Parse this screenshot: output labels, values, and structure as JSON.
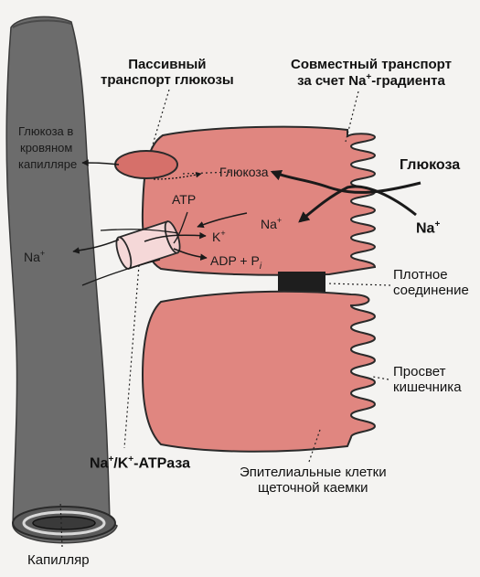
{
  "labels": {
    "passive_transport_line1": "Пассивный",
    "passive_transport_line2": "транспорт глюкозы",
    "cotransport_line1": "Совместный транспорт",
    "cotransport_line2_prefix": "за счет ",
    "cotransport_line2_ion": "Na",
    "cotransport_line2_sup": "+",
    "cotransport_line2_suffix": "-градиента",
    "glucose_in_blood_line1": "Глюкоза в",
    "glucose_in_blood_line2": "кровяном",
    "glucose_in_blood_line3": "капилляре",
    "glucose_in_cell": "Глюкоза",
    "glucose_lumen": "Глюкоза",
    "atp": "ATP",
    "k_ion": "K",
    "k_sup": "+",
    "adp_pi": "ADP + P",
    "adp_pi_sub": "i",
    "na_cell": "Na",
    "na_cell_sup": "+",
    "na_lumen": "Na",
    "na_lumen_sup": "+",
    "na_capillary": "Na",
    "na_capillary_sup": "+",
    "tight_junction_line1": "Плотное",
    "tight_junction_line2": "соединение",
    "intestinal_lumen_line1": "Просвет",
    "intestinal_lumen_line2": "кишечника",
    "atpase_prefix": "Na",
    "atpase_sup1": "+",
    "atpase_mid": "/K",
    "atpase_sup2": "+",
    "atpase_suffix": "-ATPаза",
    "epithelial_line1": "Эпителиальные клетки",
    "epithelial_line2": "щеточной каемки",
    "capillary": "Капилляр"
  },
  "colors": {
    "background": "#f4f3f1",
    "capillary": "#6c6c6c",
    "cell_fill": "#e08680",
    "cell_stroke": "#2a2a2a",
    "transporter": "#f5d8d8",
    "tight_junction": "#1e1e1e"
  }
}
